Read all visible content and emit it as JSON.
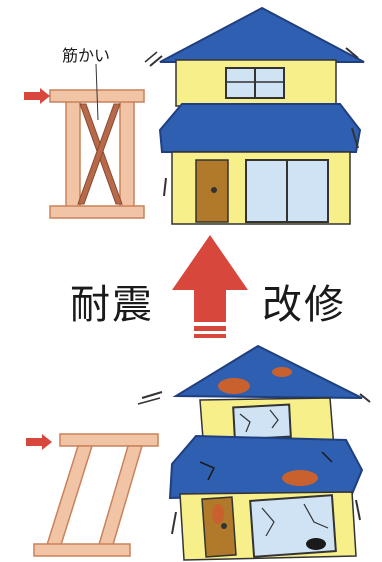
{
  "labels": {
    "brace": "筋かい",
    "left_word": "耐震",
    "right_word": "改修"
  },
  "colors": {
    "roof": "#2f5fb0",
    "roof_dark": "#1f3f80",
    "wall": "#f7ef8a",
    "window": "#cfe3f5",
    "door": "#b07a2a",
    "frame": "#f2c4a6",
    "frame_stroke": "#c9825a",
    "arrow": "#d8473c",
    "damage": "#c9612e"
  },
  "icons": {
    "upper": [
      "push-arrow-icon",
      "braced-frame-icon",
      "stable-house-icon"
    ],
    "middle": [
      "up-arrow-icon"
    ],
    "lower": [
      "push-arrow-icon",
      "deformed-frame-icon",
      "damaged-house-icon"
    ]
  }
}
